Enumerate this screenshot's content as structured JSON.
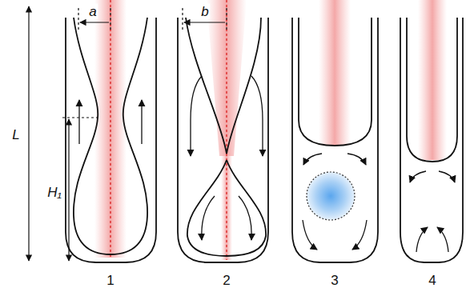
{
  "diagram": {
    "labels": [
      "a",
      "b",
      "L",
      "H₁",
      "1",
      "2",
      "3",
      "4"
    ]
  }
}
